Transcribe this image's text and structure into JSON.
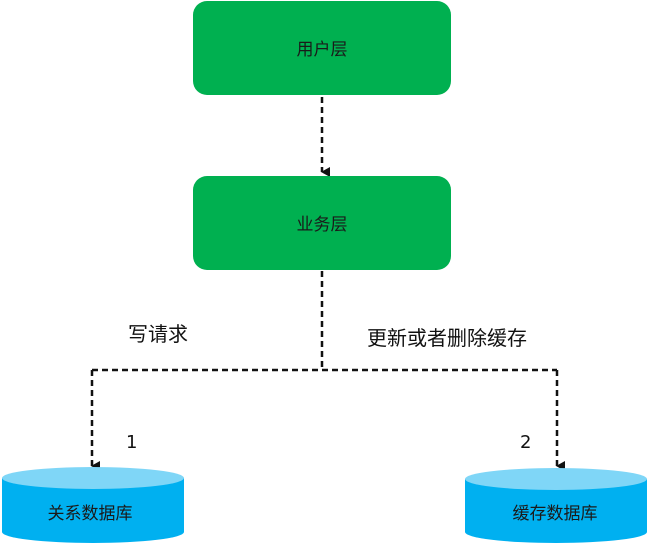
{
  "colors": {
    "box_fill": "#00b050",
    "db_fill": "#00b0f0",
    "db_top": "#7fd6f7",
    "line": "#111111"
  },
  "nodes": {
    "user_layer": "用户层",
    "business_layer": "业务层",
    "relational_db": "关系数据库",
    "cache_db": "缓存数据库"
  },
  "edges": {
    "write_request": "写请求",
    "update_or_delete_cache": "更新或者删除缓存",
    "step_1": "1",
    "step_2": "2"
  }
}
